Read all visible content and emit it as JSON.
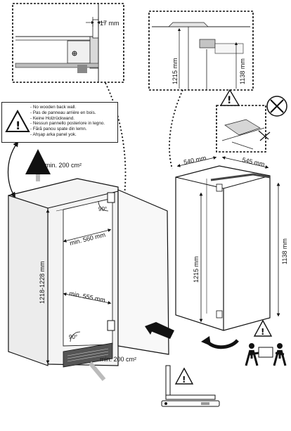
{
  "top_left_detail": {
    "gap_dimension": "17 mm"
  },
  "top_right_detail": {
    "height_a": "1215 mm",
    "height_b": "1138 mm"
  },
  "warning": {
    "lines": [
      "No wooden back wall.",
      "Pas de panneau arrière en bois.",
      "Keine Holzrückwand.",
      "Nessun pannello posteriore in legno.",
      "Fără panou spate din lemn.",
      "Ahşap arka panel yok."
    ]
  },
  "cabinet": {
    "vent_top": "min. 200 cm²",
    "vent_bottom": "min. 200 cm²",
    "height_range": "1218-1228 mm",
    "width_top": "min. 560 mm",
    "width_bottom": "min. 555 mm",
    "angle_top": "90°",
    "angle_bottom": "90°"
  },
  "appliance": {
    "depth_left": "540 mm",
    "depth_right": "545 mm",
    "height_body": "1215 mm",
    "height_total": "1138 mm"
  },
  "icons": [
    "warning-icon",
    "prohibited-icon",
    "two-person-lift-icon",
    "level-icon"
  ]
}
